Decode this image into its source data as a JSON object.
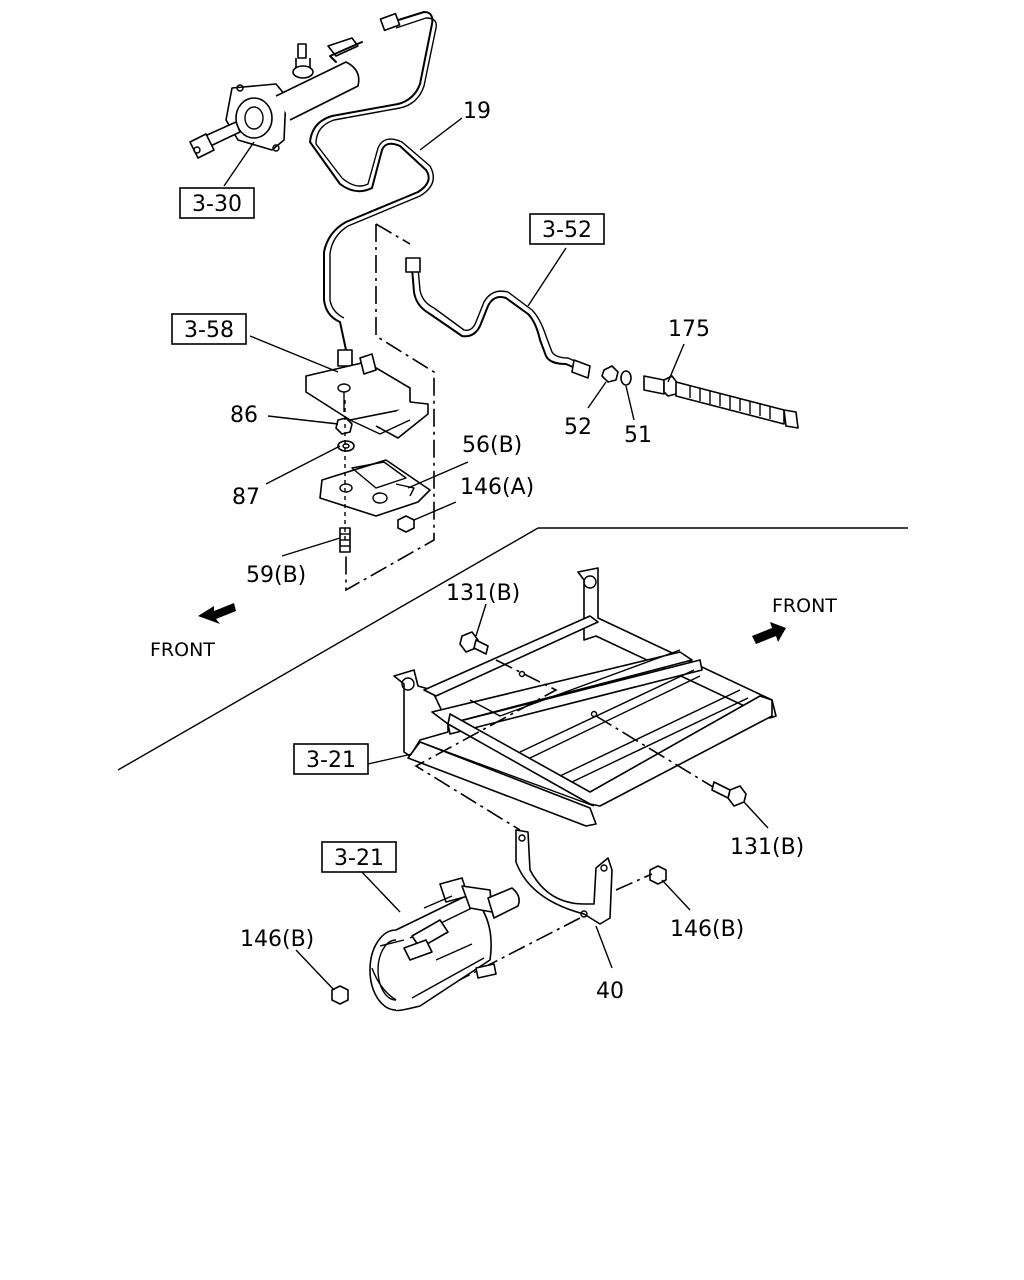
{
  "refs": {
    "ref_330": "3-30",
    "ref_358": "3-58",
    "ref_352": "3-52",
    "ref_321_upper": "3-21",
    "ref_321_lower": "3-21"
  },
  "parts": {
    "p19": "19",
    "p175": "175",
    "p86": "86",
    "p87": "87",
    "p56b": "56(B)",
    "p146a": "146(A)",
    "p59b": "59(B)",
    "p52": "52",
    "p51": "51",
    "p131b_upper": "131(B)",
    "p131b_lower": "131(B)",
    "p146b_left": "146(B)",
    "p146b_right": "146(B)",
    "p40": "40"
  },
  "directions": {
    "front_left": "FRONT",
    "front_right": "FRONT"
  }
}
